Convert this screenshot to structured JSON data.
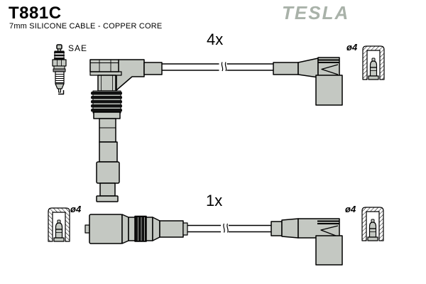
{
  "header": {
    "part_number": "T881C",
    "subtitle": "7mm SILICONE CABLE - COPPER CORE",
    "brand": "TESLA"
  },
  "labels": {
    "plug_standard": "SAE",
    "upper_quantity": "4x",
    "lower_quantity": "1x",
    "terminal_diameter_top_right": "ø4",
    "terminal_diameter_bottom_left": "ø4",
    "terminal_diameter_bottom_right": "ø4"
  },
  "colors": {
    "background": "#ffffff",
    "line": "#000000",
    "boot_fill": "#c4c8c2",
    "band_black": "#111111",
    "brand_gray": "#a9b2a9"
  }
}
